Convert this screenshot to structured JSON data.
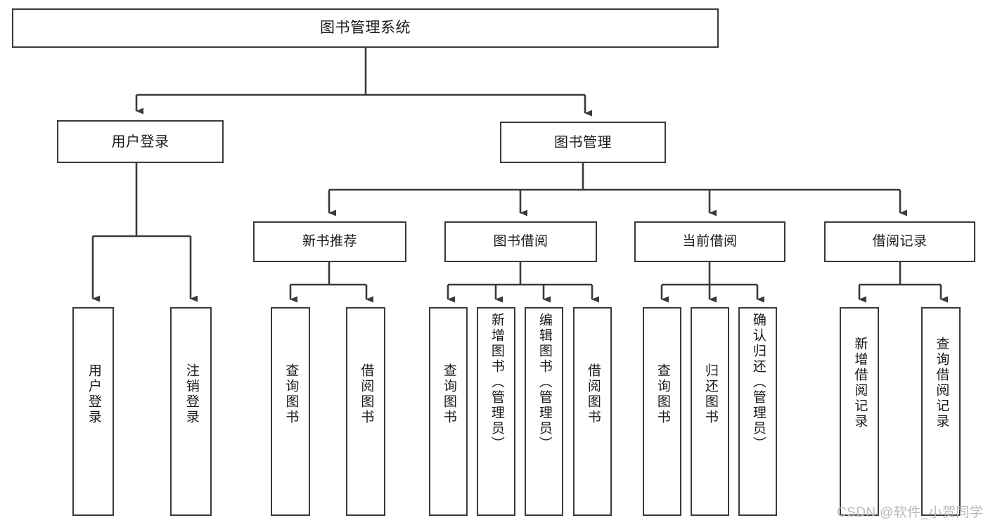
{
  "diagram": {
    "type": "tree",
    "title": "图书管理系统",
    "orientation": "top-down",
    "root": {
      "id": "root",
      "label": "图书管理系统"
    },
    "level1": [
      {
        "id": "user-login",
        "label": "用户登录"
      },
      {
        "id": "book-manage",
        "label": "图书管理"
      }
    ],
    "level2": [
      {
        "id": "new-book-rec",
        "label": "新书推荐",
        "parent": "book-manage"
      },
      {
        "id": "book-borrow",
        "label": "图书借阅",
        "parent": "book-manage"
      },
      {
        "id": "current-borrow",
        "label": "当前借阅",
        "parent": "book-manage"
      },
      {
        "id": "borrow-record",
        "label": "借阅记录",
        "parent": "book-manage"
      }
    ],
    "leaves": [
      {
        "id": "leaf-user-login",
        "label": "用户登录",
        "parent": "user-login"
      },
      {
        "id": "leaf-logout",
        "label": "注销登录",
        "parent": "user-login"
      },
      {
        "id": "leaf-query-book-1",
        "label": "查询图书",
        "parent": "new-book-rec"
      },
      {
        "id": "leaf-borrow-book-1",
        "label": "借阅图书",
        "parent": "new-book-rec"
      },
      {
        "id": "leaf-query-book-2",
        "label": "查询图书",
        "parent": "book-borrow"
      },
      {
        "id": "leaf-add-book",
        "label": "新增图书（管理员）",
        "parent": "book-borrow"
      },
      {
        "id": "leaf-edit-book",
        "label": "编辑图书（管理员）",
        "parent": "book-borrow"
      },
      {
        "id": "leaf-borrow-book-2",
        "label": "借阅图书",
        "parent": "book-borrow"
      },
      {
        "id": "leaf-query-book-3",
        "label": "查询图书",
        "parent": "current-borrow"
      },
      {
        "id": "leaf-return-book",
        "label": "归还图书",
        "parent": "current-borrow"
      },
      {
        "id": "leaf-confirm-return",
        "label": "确认归还（管理员）",
        "parent": "current-borrow"
      },
      {
        "id": "leaf-add-record",
        "label": "新增借阅记录",
        "parent": "borrow-record"
      },
      {
        "id": "leaf-query-record",
        "label": "查询借阅记录",
        "parent": "borrow-record"
      }
    ],
    "watermark": "CSDN @软件_小贺同学",
    "colors": {
      "stroke": "#3a3a3a",
      "background": "#ffffff",
      "text": "#1a1a1a",
      "watermark": "#b9b9b9"
    }
  }
}
